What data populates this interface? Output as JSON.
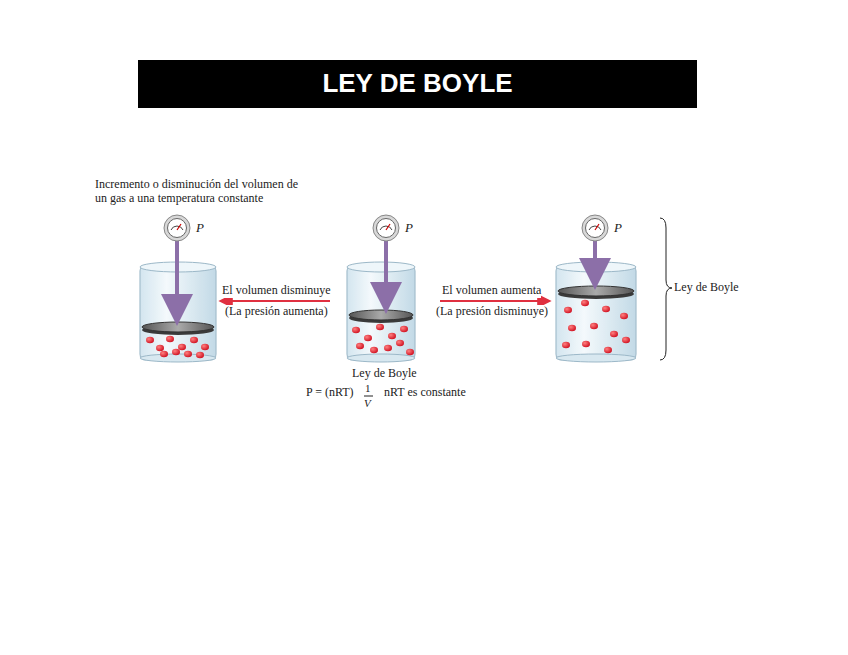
{
  "diagram": {
    "title": "LEY DE BOYLE",
    "labels": [
      "Incremento o disminución del volumen de un gas a una temperatura constante",
      "P",
      "P",
      "P",
      "El volumen disminuye",
      "(La presión aumenta)",
      "El volumen aumenta",
      "(La presión disminuye)",
      "Ley de Boyle",
      "Ley de Boyle",
      "P = (nRT)",
      "1",
      "V",
      "nRT es constante"
    ]
  }
}
